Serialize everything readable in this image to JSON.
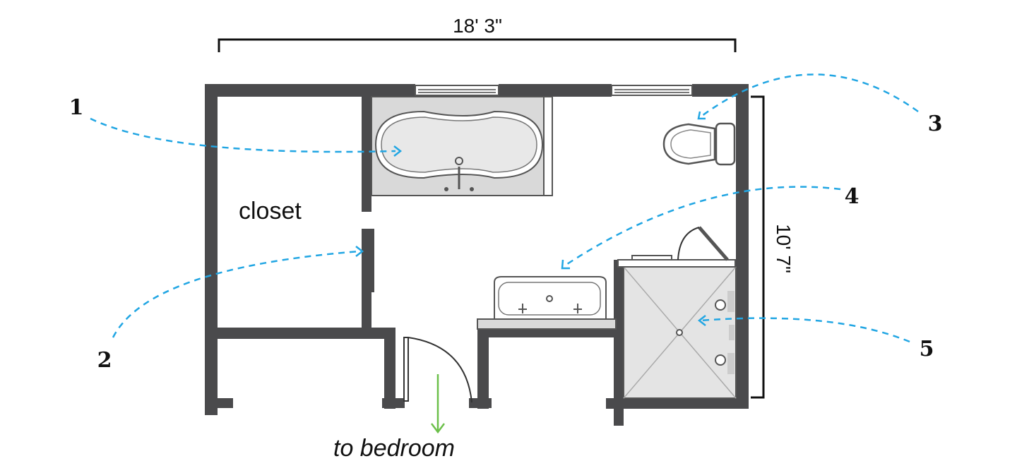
{
  "dimensions": {
    "width_label": "18' 3\"",
    "height_label": "10' 7\""
  },
  "rooms": {
    "closet_label": "closet",
    "exit_label": "to bedroom"
  },
  "callouts": [
    "1",
    "2",
    "3",
    "4",
    "5"
  ],
  "colors": {
    "wall": "#4a4a4c",
    "callout_line": "#22a6e3",
    "exit_arrow": "#6cc04a",
    "fixture_fill": "#d9d9d9"
  }
}
